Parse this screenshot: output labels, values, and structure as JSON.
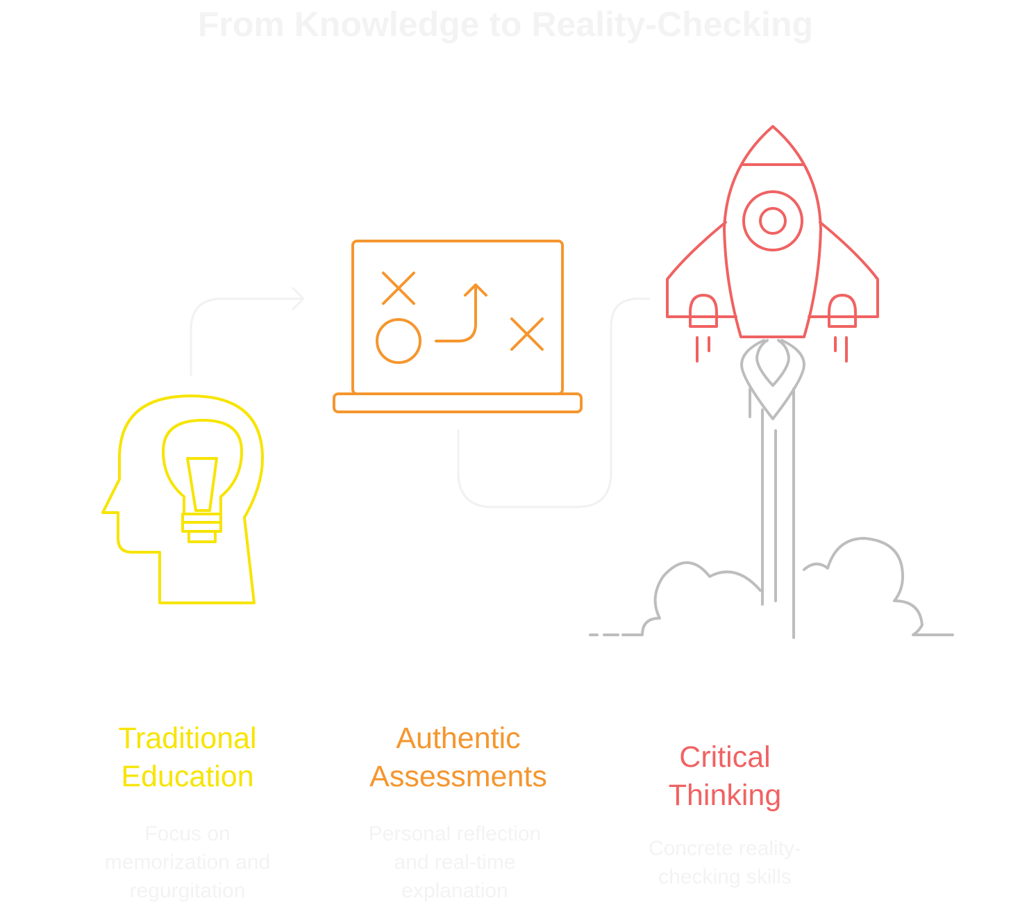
{
  "title": "From Knowledge to Reality-Checking",
  "colors": {
    "yellow": "#f7e400",
    "orange": "#f5962e",
    "red": "#f06262",
    "gray": "#bdbdbd",
    "connector": "#f1f1f1",
    "faint_text": "#f3f3f3"
  },
  "steps": [
    {
      "label": "Traditional Education",
      "label_lines": [
        "Traditional",
        "Education"
      ],
      "description_lines": [
        "Focus on",
        "memorization and",
        "regurgitation"
      ],
      "icon": "head-lightbulb-icon"
    },
    {
      "label": "Authentic Assessments",
      "label_lines": [
        "Authentic",
        "Assessments"
      ],
      "description_lines": [
        "Personal reflection",
        "and real-time",
        "explanation"
      ],
      "icon": "laptop-strategy-icon"
    },
    {
      "label": "Critical Thinking",
      "label_lines": [
        "Critical",
        "Thinking"
      ],
      "description_lines": [
        "Concrete reality-",
        "checking skills"
      ],
      "icon": "rocket-launch-icon"
    }
  ]
}
